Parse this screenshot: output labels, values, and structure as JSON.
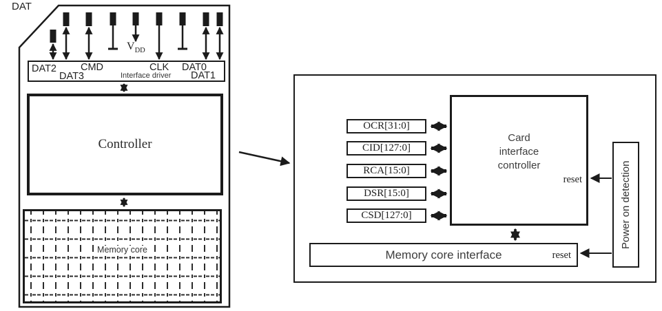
{
  "colors": {
    "ink": "#1b1b1b",
    "text": "#2b2b2b",
    "background": "#ffffff"
  },
  "card": {
    "corner_label": "DAT",
    "interface_driver": {
      "label": "Interface driver",
      "pins": {
        "dat2": "DAT2",
        "dat3": "DAT3",
        "cmd": "CMD",
        "clk": "CLK",
        "dat0": "DAT0",
        "dat1": "DAT1"
      }
    },
    "vdd": {
      "base": "V",
      "sub": "DD"
    },
    "controller_label": "Controller",
    "memory_core_label": "Memory core"
  },
  "detail": {
    "registers": [
      {
        "label": "OCR[31:0]"
      },
      {
        "label": "CID[127:0]"
      },
      {
        "label": "RCA[15:0]"
      },
      {
        "label": "DSR[15:0]"
      },
      {
        "label": "CSD[127:0]"
      }
    ],
    "card_interface_controller_label": "Card\ninterface\ncontroller",
    "reset_label_cic": "reset",
    "reset_label_mci": "reset",
    "memory_core_interface_label": "Memory core interface",
    "power_on_detection_label": "Power on detection"
  }
}
